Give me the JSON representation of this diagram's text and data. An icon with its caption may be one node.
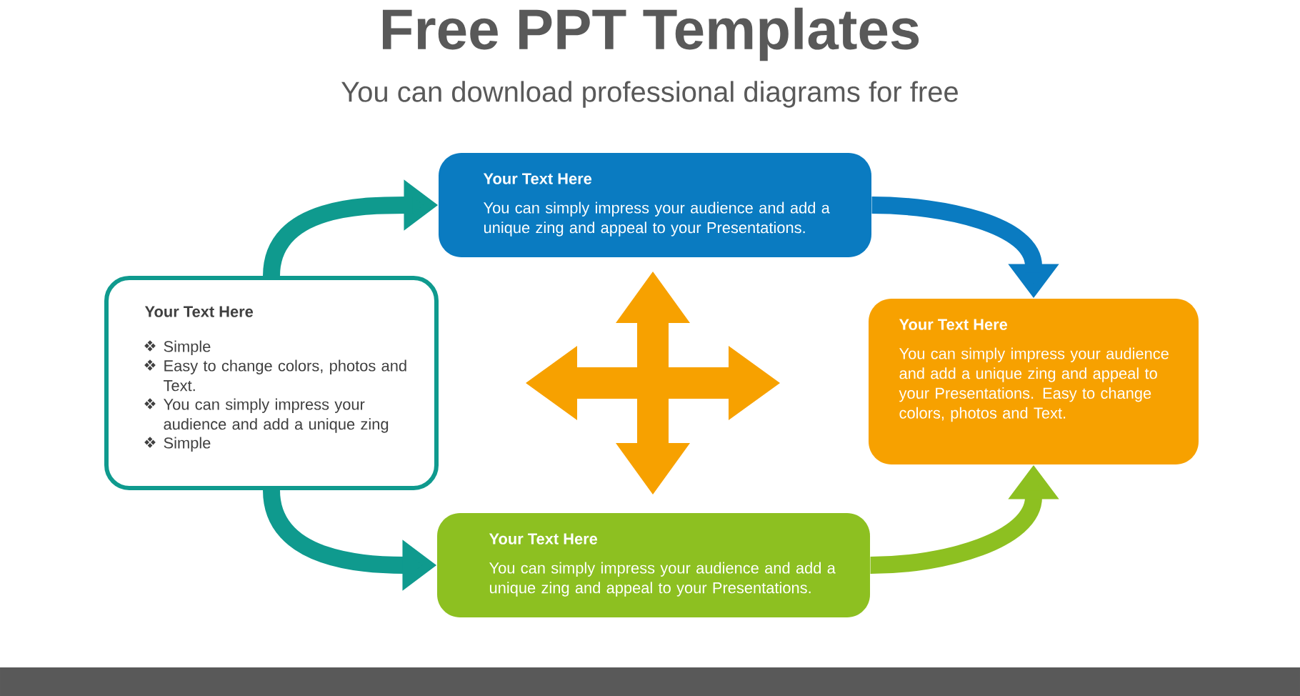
{
  "diagram": {
    "title": "Free PPT Templates",
    "caption": "You can download professional diagrams for free",
    "nodes": [
      {
        "text": [
          "Your Text Here",
          "You can simply impress your audience and add a unique zing and appeal to your Presentations."
        ]
      },
      {
        "text": [
          "Your Text Here",
          "Simple",
          "Easy to change colors, photos and Text.",
          "You can simply impress your audience and add a unique zing",
          "Simple"
        ]
      },
      {
        "text": [
          "Your Text Here",
          "You can simply impress your audience and add a unique zing and appeal to your Presentations. Easy to change colors, photos and Text."
        ]
      },
      {
        "text": [
          "Your Text Here",
          "You can simply impress your audience and add a unique zing and appeal to your Presentations."
        ]
      }
    ],
    "edges": [
      {
        "from": 1,
        "to": 0,
        "arrow": "to",
        "color": "#0f9a8e"
      },
      {
        "from": 0,
        "to": 2,
        "arrow": "to",
        "color": "#0a7bc1"
      },
      {
        "from": 3,
        "to": 2,
        "arrow": "to",
        "color": "#8dc021"
      },
      {
        "from": 1,
        "to": 3,
        "arrow": "to",
        "color": "#0f9a8e"
      }
    ]
  }
}
